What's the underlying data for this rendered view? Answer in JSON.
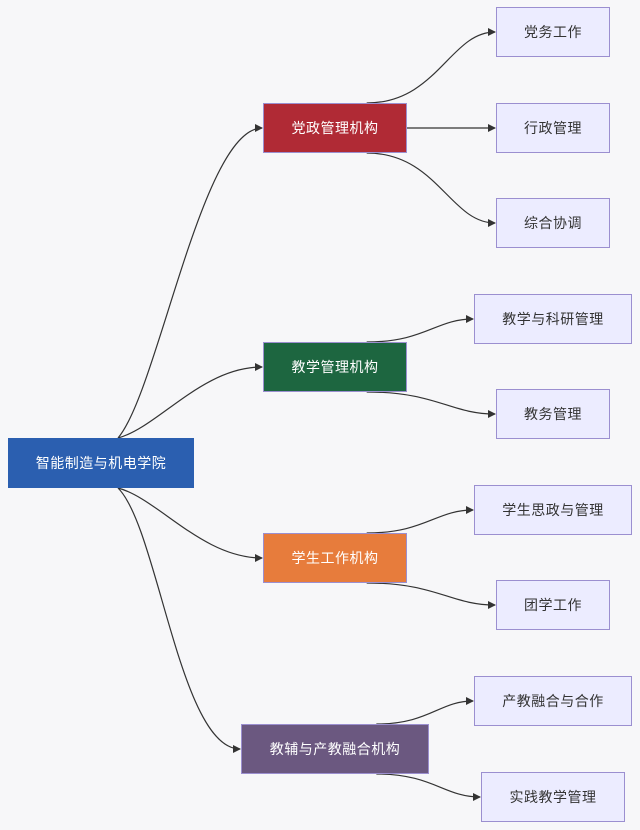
{
  "root": {
    "label": "智能制造与机电学院",
    "color": "#2b5fb0"
  },
  "groups": [
    {
      "label": "党政管理机构",
      "color": "#b02a35",
      "children": [
        "党务工作",
        "行政管理",
        "综合协调"
      ]
    },
    {
      "label": "教学管理机构",
      "color": "#1d6640",
      "children": [
        "教学与科研管理",
        "教务管理"
      ]
    },
    {
      "label": "学生工作机构",
      "color": "#e77c3c",
      "children": [
        "学生思政与管理",
        "团学工作"
      ]
    },
    {
      "label": "教辅与产教融合机构",
      "color": "#6b5880",
      "children": [
        "产教融合与合作",
        "实践教学管理"
      ]
    }
  ],
  "colors": {
    "edge": "#333333",
    "leaf_fill": "#ececff",
    "leaf_border": "#9b8fd0"
  }
}
